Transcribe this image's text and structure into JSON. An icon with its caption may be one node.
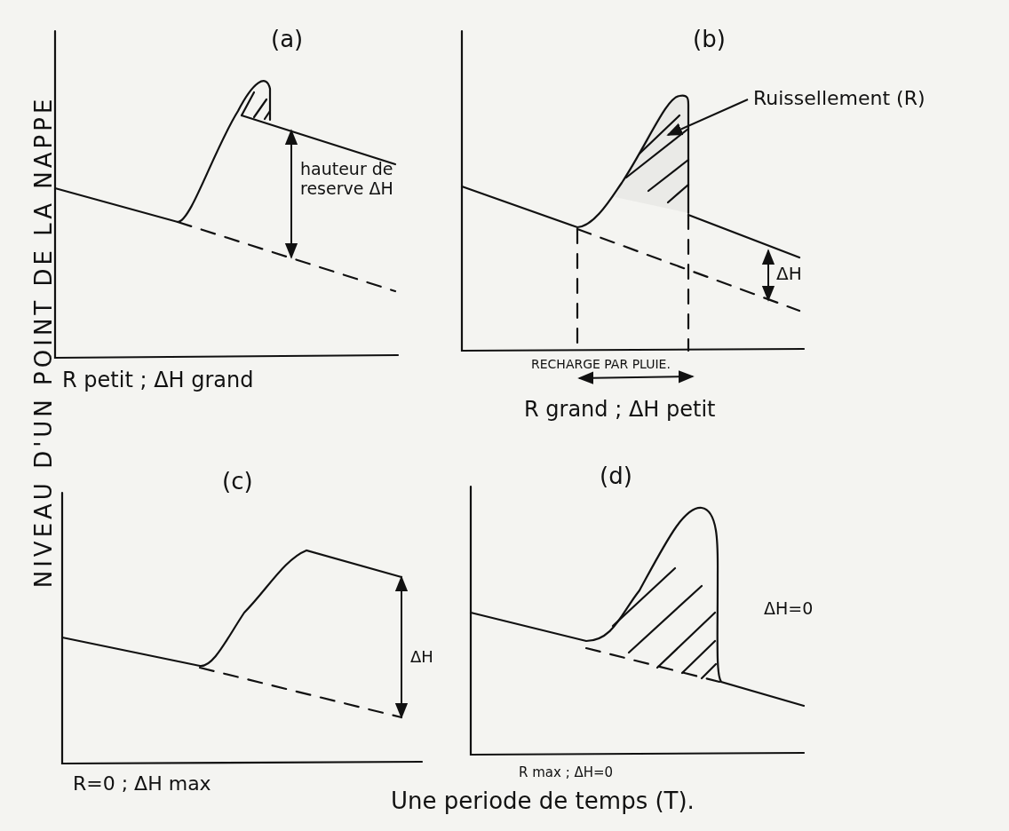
{
  "diagram": {
    "nodes": [
      {
        "text": [
          "Ruissellement (R)"
        ]
      },
      {
        "text": [],
        "shape": "picture"
      }
    ],
    "edges": [
      {
        "from": 0,
        "to": 1,
        "arrow": "to"
      }
    ],
    "labels": [
      "NIVEAU D'UN POINT DE LA NAPPE",
      "(a)",
      "hauteur de reserve ΔH",
      "R petit ; ΔH grand",
      "(b)",
      "ΔH",
      "RECHARGE PAR PLUIE.",
      "R grand ; ΔH petit",
      "(c)",
      "ΔH",
      "R=0 ; ΔH max",
      "(d)",
      "ΔH=0",
      "R max ; ΔH=0",
      "Une periode de temps (T)."
    ]
  }
}
